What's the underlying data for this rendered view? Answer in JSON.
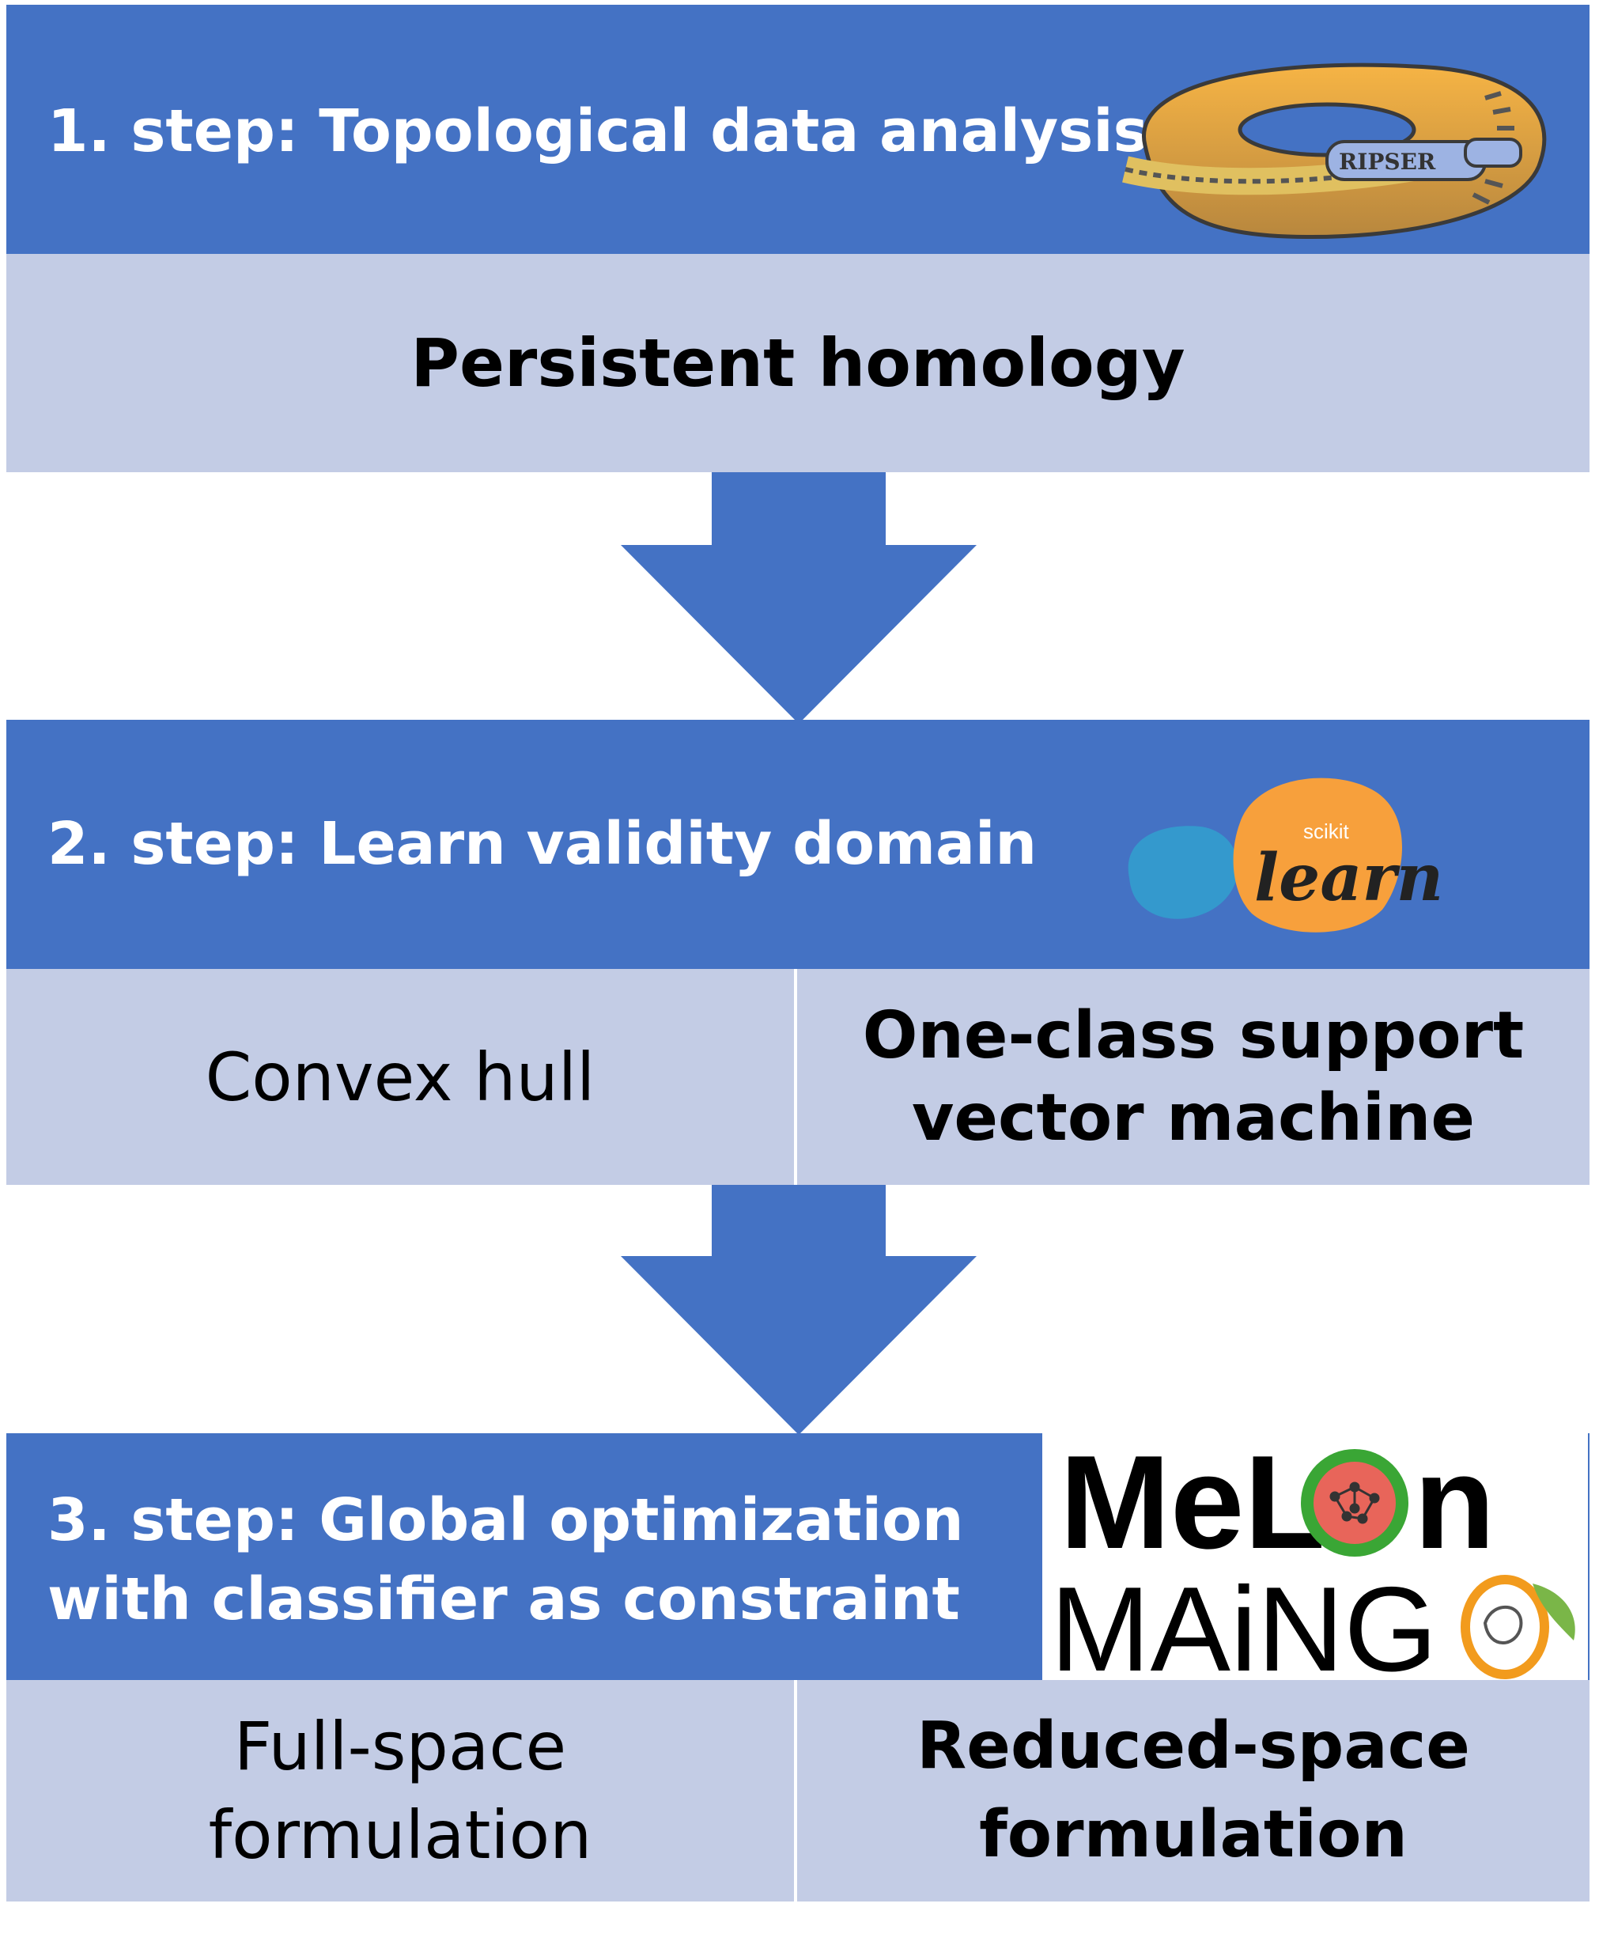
{
  "step1": {
    "title": "1. step: Topological data analysis",
    "logo_text": "RIPSER",
    "method": "Persistent homology"
  },
  "step2": {
    "title": "2. step: Learn validity domain",
    "logo_small": "scikit",
    "logo_big": "learn",
    "left_method": "Convex hull",
    "right_method_line1": "One-class support",
    "right_method_line2": "vector machine"
  },
  "step3": {
    "title_line1": "3. step: Global optimization",
    "title_line2": "with classifier as constraint",
    "logo_top_a": "MeL",
    "logo_top_b": "n",
    "logo_bottom": "MAiNG",
    "left_method_line1": "Full-space",
    "left_method_line2": "formulation",
    "right_method_line1": "Reduced-space",
    "right_method_line2": "formulation"
  },
  "colors": {
    "header_blue": "#4472c4",
    "body_light": "#c3cce5",
    "ripser_orange": "#f0a030",
    "sklearn_orange": "#f7a03c",
    "sklearn_blue": "#3499cd",
    "melon_green": "#3aa635",
    "melon_red": "#e8655a",
    "maingo_orange": "#f29b1d"
  }
}
